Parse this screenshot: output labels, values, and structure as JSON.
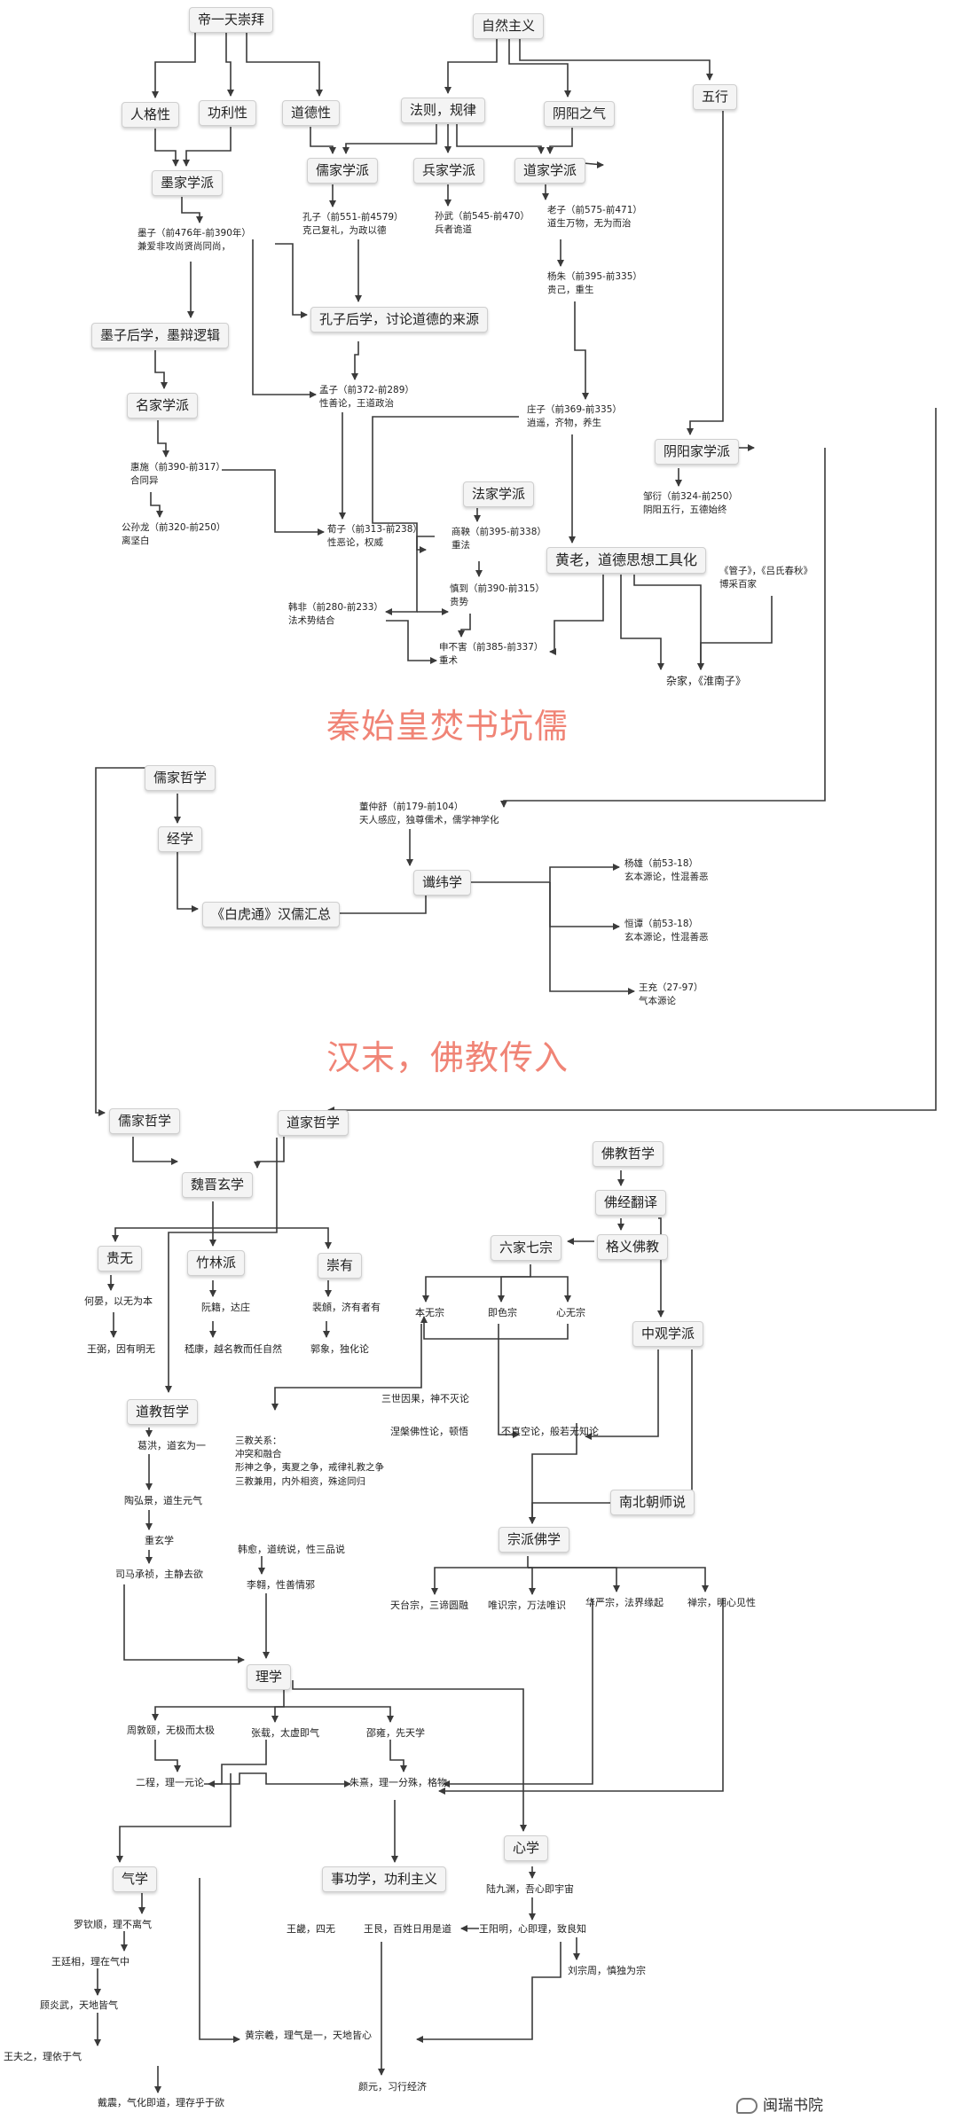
{
  "banners": {
    "qin": "秦始皇焚书坑儒",
    "han": "汉末，佛教传入"
  },
  "logo": {
    "text": "闽瑞书院"
  },
  "nodes": {
    "dtcb": {
      "text": "帝一天崇拜"
    },
    "zrzy": {
      "text": "自然主义"
    },
    "rgx": {
      "text": "人格性"
    },
    "gly": {
      "text": "功利性"
    },
    "ddx": {
      "text": "道德性"
    },
    "fzgl": {
      "text": "法则，规律"
    },
    "yyzq": {
      "text": "阴阳之气"
    },
    "wx": {
      "text": "五行"
    },
    "mjxp": {
      "text": "墨家学派"
    },
    "rjxp": {
      "text": "儒家学派"
    },
    "bjxp": {
      "text": "兵家学派"
    },
    "djxp": {
      "text": "道家学派"
    },
    "mozi": {
      "lines": [
        "墨子（前476年-前390年）",
        "兼爱非攻尚贤尚同尚，"
      ]
    },
    "kongzi": {
      "lines": [
        "孔子（前551-前4579）",
        "克己复礼，为政以德"
      ]
    },
    "sunwu": {
      "lines": [
        "孙武（前545-前470）",
        "兵者诡道"
      ]
    },
    "laozi": {
      "lines": [
        "老子（前575-前471）",
        "道生万物，无为而治"
      ]
    },
    "yangzhu": {
      "lines": [
        "杨朱（前395-前335）",
        "贵己，重生"
      ]
    },
    "kzhx": {
      "text": "孔子后学，讨论道德的来源"
    },
    "mzhx": {
      "text": "墨子后学，墨辩逻辑"
    },
    "mengzi": {
      "lines": [
        "孟子（前372-前289）",
        "性善论，王道政治"
      ]
    },
    "mjxp2": {
      "text": "名家学派"
    },
    "zhuangzi": {
      "lines": [
        "庄子（前369-前335）",
        "逍遥，齐物，养生"
      ]
    },
    "yyjxp": {
      "text": "阴阳家学派"
    },
    "huishi": {
      "lines": [
        "惠施（前390-前317）",
        "合同异"
      ]
    },
    "fjxp": {
      "text": "法家学派"
    },
    "zouyan": {
      "lines": [
        "邹衍（前324-前250）",
        "阴阳五行，五德始终"
      ]
    },
    "gongsun": {
      "lines": [
        "公孙龙（前320-前250）",
        "离坚白"
      ]
    },
    "xunzi": {
      "lines": [
        "荀子（前313-前238）",
        "性恶论，权威"
      ]
    },
    "shangyang": {
      "lines": [
        "商鞅（前395-前338）",
        "重法"
      ]
    },
    "hlgj": {
      "text": "黄老，道德思想工具化"
    },
    "guanzi": {
      "lines": [
        "《管子》，《吕氏春秋》",
        "博采百家"
      ]
    },
    "shendao": {
      "lines": [
        "慎到（前390-前315）",
        "贵势"
      ]
    },
    "hanfei": {
      "lines": [
        "韩非（前280-前233）",
        "法术势结合"
      ]
    },
    "shenbuhai": {
      "lines": [
        "申不害（前385-前337）",
        "重术"
      ]
    },
    "zajia": {
      "text": "杂家，《淮南子》"
    },
    "rjzx1": {
      "text": "儒家哲学"
    },
    "dongzs": {
      "lines": [
        "董仲舒（前179-前104）",
        "天人感应，独尊儒术，儒学神学化"
      ]
    },
    "jingxue": {
      "text": "经学"
    },
    "chenwei": {
      "text": "谶纬学"
    },
    "yangxiong": {
      "lines": [
        "杨雄（前53-18）",
        "玄本源论，性混善恶"
      ]
    },
    "baihu": {
      "text": "《白虎通》汉儒汇总"
    },
    "huantan": {
      "lines": [
        "恒谭（前53-18）",
        "玄本源论，性混善恶"
      ]
    },
    "wangchong": {
      "lines": [
        "王充（27-97）",
        "气本源论"
      ]
    },
    "rjzx2": {
      "text": "儒家哲学"
    },
    "djzx": {
      "text": "道家哲学"
    },
    "fjzx": {
      "text": "佛教哲学"
    },
    "wjxx": {
      "text": "魏晋玄学"
    },
    "fjfy": {
      "text": "佛经翻译"
    },
    "gyfj": {
      "text": "格义佛教"
    },
    "guiwu": {
      "text": "贵无"
    },
    "zhulin": {
      "text": "竹林派"
    },
    "chongyou": {
      "text": "崇有"
    },
    "ljqz": {
      "text": "六家七宗"
    },
    "heyan": {
      "text": "何晏，以无为本"
    },
    "ruanji": {
      "text": "阮籍，达庄"
    },
    "peiwei": {
      "text": "裴頠，济有者有"
    },
    "benwu": {
      "text": "本无宗"
    },
    "jise": {
      "text": "即色宗"
    },
    "xinwu": {
      "text": "心无宗"
    },
    "wangbi": {
      "text": "王弼，因有明无"
    },
    "jikang": {
      "text": "嵇康，越名教而任自然"
    },
    "guoxiang": {
      "text": "郭象，独化论"
    },
    "zgxp": {
      "text": "中观学派"
    },
    "sanshi": {
      "text": "三世因果，神不灭论"
    },
    "djzx2": {
      "text": "道教哲学"
    },
    "niepan": {
      "text": "涅槃佛性论，顿悟"
    },
    "bzk": {
      "text": "不真空论，般若无知论"
    },
    "gehong": {
      "text": "葛洪，道玄为一"
    },
    "sanjiao": {
      "lines": [
        "三教关系：",
        "冲突和融合",
        "形神之争，夷夏之争，戒律礼教之争",
        "三教兼用，内外相资，殊途同归"
      ]
    },
    "taohj": {
      "text": "陶弘景，道生元气"
    },
    "nbcss": {
      "text": "南北朝师说"
    },
    "chongxuan": {
      "text": "重玄学"
    },
    "zpfx": {
      "text": "宗派佛学"
    },
    "hanyu": {
      "text": "韩愈，道统说，性三品说"
    },
    "simacz": {
      "text": "司马承祯，主静去欲"
    },
    "liao": {
      "text": "李翱，性善情邪"
    },
    "tiantai": {
      "text": "天台宗，三谛圆融"
    },
    "weishi": {
      "text": "唯识宗，万法唯识"
    },
    "huayan": {
      "text": "华严宗，法界缘起"
    },
    "chanzong": {
      "text": "禅宗，明心见性"
    },
    "lixue": {
      "text": "理学"
    },
    "zhoudy": {
      "text": "周敦颐，无极而太极"
    },
    "zhangzai": {
      "text": "张载，太虚即气"
    },
    "shaoyong": {
      "text": "邵雍，先天学"
    },
    "ercheng": {
      "text": "二程，理一元论"
    },
    "zhuxi": {
      "text": "朱熹，理一分殊，格物"
    },
    "xinxue": {
      "text": "心学"
    },
    "qixue": {
      "text": "气学"
    },
    "sgx": {
      "text": "事功学，功利主义"
    },
    "lujy": {
      "text": "陆九渊，吾心即宇宙"
    },
    "luoqs": {
      "text": "罗钦顺，理不离气"
    },
    "wangji": {
      "text": "王畿，四无"
    },
    "wanggen": {
      "text": "王艮，百姓日用是道"
    },
    "wangym": {
      "text": "王阳明，心即理，致良知"
    },
    "wangth": {
      "text": "王廷相，理在气中"
    },
    "liuzz": {
      "text": "刘宗周，慎独为宗"
    },
    "guyw": {
      "text": "顾炎武，天地皆气"
    },
    "huangzx": {
      "text": "黄宗羲，理气是一，天地皆心"
    },
    "wangfz": {
      "text": "王夫之，理依于气"
    },
    "yanyuan": {
      "text": "颜元，习行经济"
    },
    "daizhen": {
      "text": "戴震，气化即道，理存乎于欲"
    }
  },
  "colors": {
    "line": "#3a3a3a",
    "banner": "#f08476",
    "box_bg": "#f4f4f4"
  }
}
